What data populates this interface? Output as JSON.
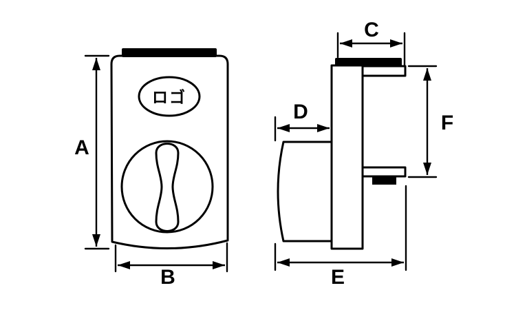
{
  "drawing": {
    "logo_text": "ロゴ",
    "labels": {
      "a": "A",
      "b": "B",
      "c": "C",
      "d": "D",
      "e": "E",
      "f": "F"
    }
  },
  "colors": {
    "line": "#000000",
    "background": "#ffffff",
    "solid_fill": "#000000"
  }
}
